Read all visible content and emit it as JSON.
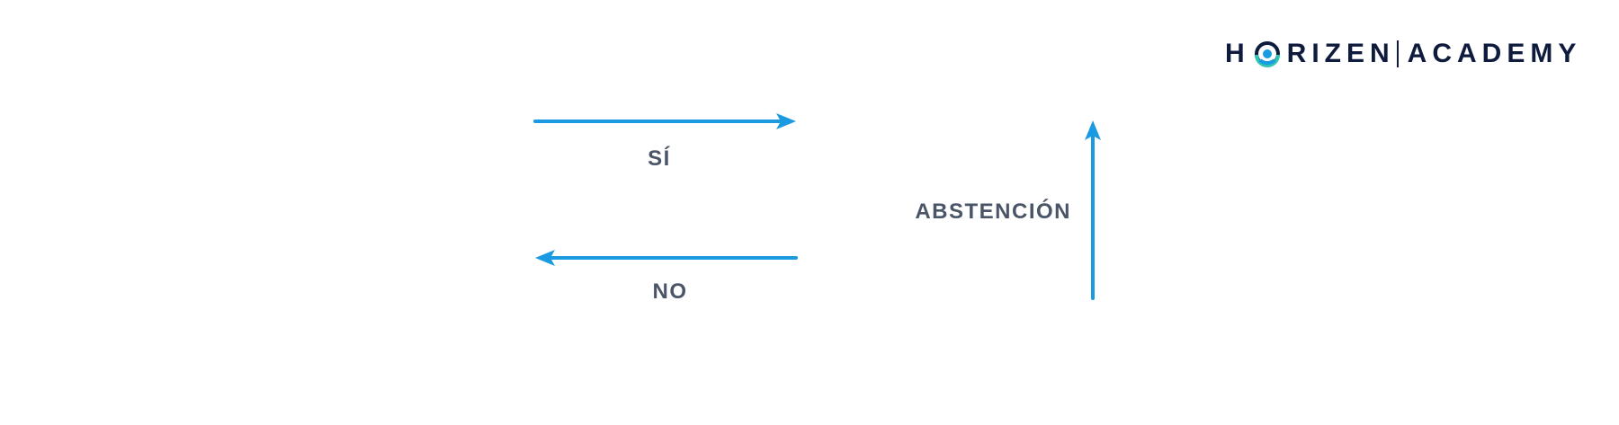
{
  "diagram": {
    "arrows": [
      {
        "id": "yes",
        "label": "SÍ",
        "direction": "right"
      },
      {
        "id": "no",
        "label": "NO",
        "direction": "left"
      },
      {
        "id": "abstain",
        "label": "ABSTENCIÓN",
        "direction": "up"
      }
    ]
  },
  "logo": {
    "brand_left_1": "H",
    "brand_left_2": "RIZEN",
    "brand_right": "ACADEMY"
  },
  "colors": {
    "arrow": "#1a9ae0",
    "label": "#4a5568",
    "logo_text": "#0e1b3d",
    "logo_ring_teal": "#2ec4b6",
    "logo_ring_blue": "#1a9ae0"
  },
  "icons": {
    "logo_mark": "horizen-o-ring-icon"
  }
}
